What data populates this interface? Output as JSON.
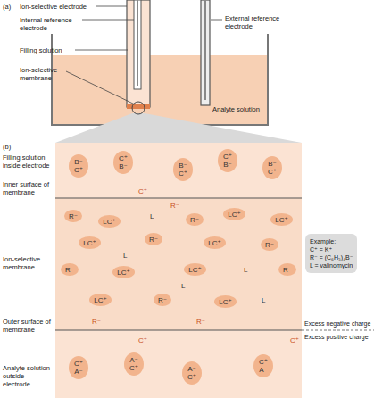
{
  "diagram": {
    "nodes": [
      {
        "text": [
          "B⁻",
          "C⁺"
        ]
      },
      {
        "text": [
          "C⁺",
          "B⁻"
        ]
      },
      {
        "text": [
          "B⁻",
          "C⁺"
        ]
      },
      {
        "text": [
          "C⁺",
          "B⁻"
        ]
      },
      {
        "text": [
          "B⁻",
          "C⁺"
        ]
      },
      {
        "text": [
          "R⁻"
        ]
      },
      {
        "text": [
          "LC⁺"
        ]
      },
      {
        "text": [
          "R⁻"
        ]
      },
      {
        "text": [
          "LC⁺"
        ]
      },
      {
        "text": [
          "LC⁺"
        ]
      },
      {
        "text": [
          "LC⁺"
        ]
      },
      {
        "text": [
          "R⁻"
        ]
      },
      {
        "text": [
          "LC⁺"
        ]
      },
      {
        "text": [
          "R⁻"
        ]
      },
      {
        "text": [
          "R⁻"
        ]
      },
      {
        "text": [
          "LC⁺"
        ]
      },
      {
        "text": [
          "LC⁺"
        ]
      },
      {
        "text": [
          "R⁻"
        ]
      },
      {
        "text": [
          "LC⁺"
        ]
      },
      {
        "text": [
          "R⁻"
        ]
      },
      {
        "text": [
          "LC⁺"
        ]
      },
      {
        "text": [
          "C⁺",
          "A⁻"
        ]
      },
      {
        "text": [
          "A⁻",
          "C⁺"
        ]
      },
      {
        "text": [
          "A⁻",
          "C⁺"
        ]
      },
      {
        "text": [
          "C⁺",
          "A⁻"
        ]
      },
      {
        "text": [
          "Example:",
          "C⁺ = K⁺",
          "R⁻ = (C₆H₅)₄B⁻",
          "L = valinomycin"
        ]
      }
    ],
    "labels": [
      "(a)",
      "Ion-selective electrode",
      "Internal reference electrode",
      "Filling solution",
      "Ion-selective membrane",
      "External reference electrode",
      "Analyte solution",
      "(b)",
      "Filling solution inside electrode",
      "Inner surface of membrane",
      "C⁺",
      "R⁻",
      "L",
      "L",
      "L",
      "L",
      "L",
      "Ion-selective membrane",
      "R⁻",
      "R⁻",
      "Outer surface of membrane",
      "C⁺",
      "C⁺",
      "Excess negative charge",
      "Excess positive charge",
      "Analyte solution outside electrode"
    ]
  }
}
